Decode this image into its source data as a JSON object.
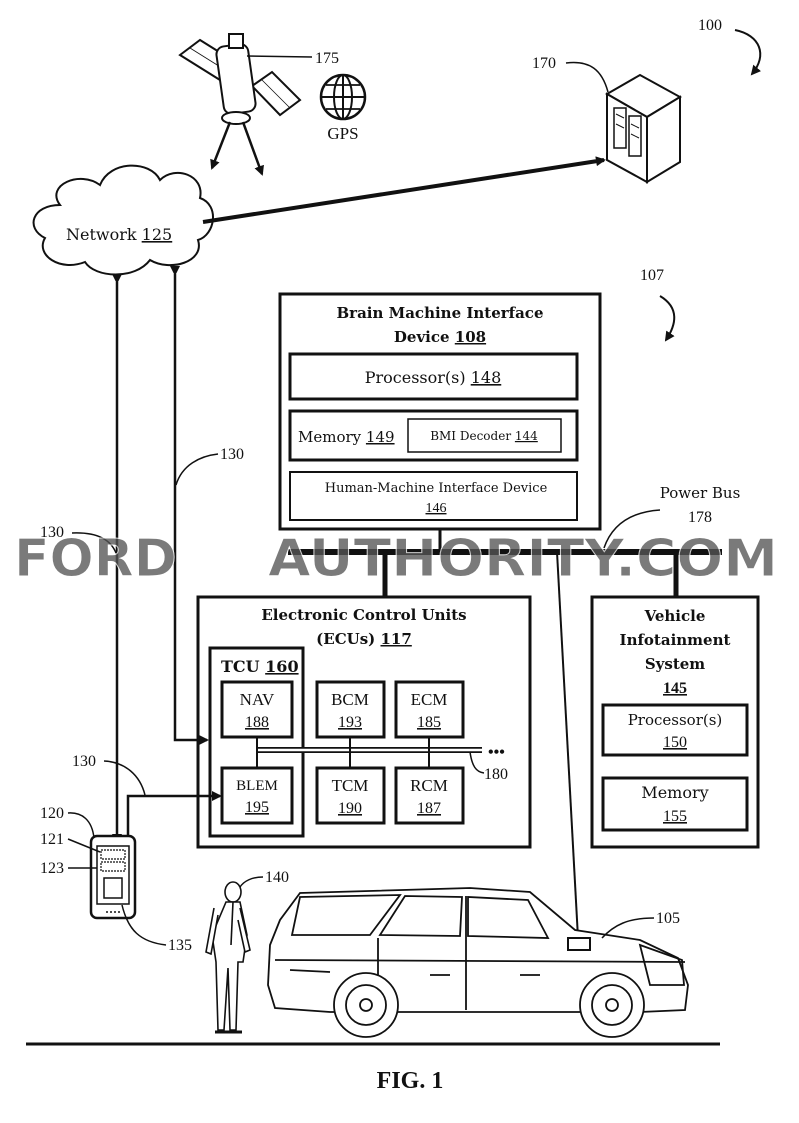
{
  "figure": {
    "number": "100",
    "caption": "FIG. 1",
    "system_ref": "107"
  },
  "satellite": {
    "ref": "175",
    "gps_label": "GPS"
  },
  "server": {
    "ref": "170"
  },
  "network": {
    "label": "Network",
    "ref": "125",
    "link_ref": "130"
  },
  "bmi": {
    "title_line1": "Brain Machine Interface",
    "title_line2": "Device",
    "ref": "108",
    "processor_label": "Processor(s)",
    "processor_ref": "148",
    "memory_label": "Memory",
    "memory_ref": "149",
    "decoder_label": "BMI Decoder",
    "decoder_ref": "144",
    "hmi_label": "Human-Machine Interface Device",
    "hmi_ref": "146"
  },
  "power_bus": {
    "label": "Power Bus",
    "ref": "178"
  },
  "watermark": {
    "brand": "FORD",
    "site": "AUTHORITY.COM"
  },
  "ecu": {
    "title_line1": "Electronic Control Units",
    "title_line2": "(ECUs)",
    "ref": "117",
    "tcu_label": "TCU",
    "tcu_ref": "160",
    "modules": [
      {
        "name": "NAV",
        "ref": "188"
      },
      {
        "name": "BCM",
        "ref": "193"
      },
      {
        "name": "ECM",
        "ref": "185"
      },
      {
        "name": "BLEM",
        "ref": "195"
      },
      {
        "name": "TCM",
        "ref": "190"
      },
      {
        "name": "RCM",
        "ref": "187"
      }
    ],
    "bus_ref": "180",
    "ellipsis": "•••"
  },
  "infotainment": {
    "title_line1": "Vehicle",
    "title_line2": "Infotainment",
    "title_line3": "System",
    "ref": "145",
    "processor_label": "Processor(s)",
    "processor_ref": "150",
    "memory_label": "Memory",
    "memory_ref": "155"
  },
  "phone": {
    "ref": "120",
    "ref_a": "121",
    "ref_b": "123",
    "ref_c": "135"
  },
  "links": {
    "ref_left": "130",
    "ref_mid": "130"
  },
  "person": {
    "ref": "140"
  },
  "vehicle": {
    "ref": "105"
  }
}
